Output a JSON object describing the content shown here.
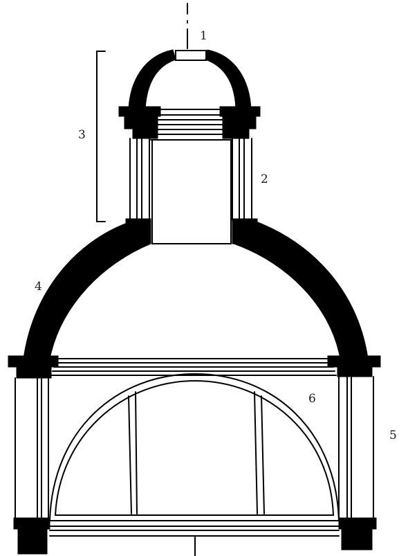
{
  "diagram": {
    "labels": [
      {
        "id": "lantern-cap",
        "text": "1"
      },
      {
        "id": "lantern-columns",
        "text": "2"
      },
      {
        "id": "lantern-height",
        "text": "3"
      },
      {
        "id": "main-dome",
        "text": "4"
      },
      {
        "id": "drum-columns",
        "text": "5"
      },
      {
        "id": "lunette-window",
        "text": "6"
      }
    ],
    "colors": {
      "ink": "#000000",
      "background": "#ffffff",
      "label": "#1a1a1a"
    }
  }
}
